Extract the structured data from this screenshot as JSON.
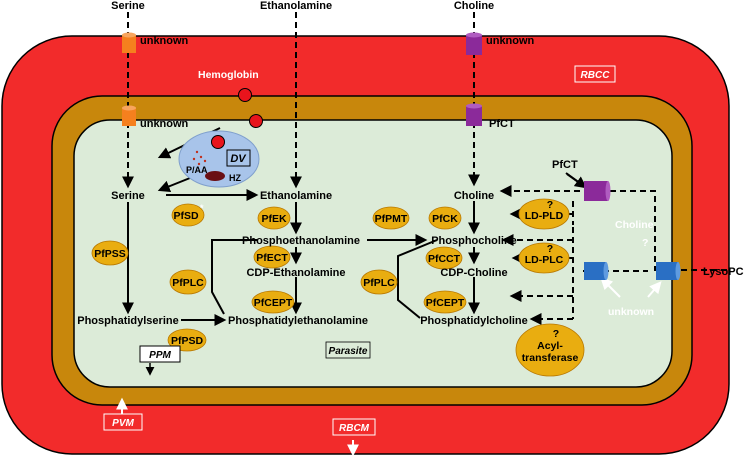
{
  "colors": {
    "rbc": "#f22b2b",
    "pvm": "#c8870c",
    "parasite": "#dcebd8",
    "dv": "#a8c4ea",
    "enzyme": "#e9ad10",
    "transporter_orange": "#f5801e",
    "transporter_purple": "#8b2a9a",
    "transporter_blue": "#2a6fc4",
    "hemoglobin": "#e8141c",
    "hemozoin": "#6a0f14"
  },
  "inputs": {
    "serine": "Serine",
    "ethanolamine": "Ethanolamine",
    "choline": "Choline",
    "lysopc": "LysoPC"
  },
  "transporters": {
    "serine_rbcm": "unknown",
    "serine_pvm": "unknown",
    "choline_rbcm": "unknown",
    "choline_pvm": "PfCT",
    "choline_ppm": "PfCT",
    "lysopc": "unknown"
  },
  "dv": {
    "hemoglobin": "Hemoglobin",
    "label": "DV",
    "paa": "P/AA",
    "hz": "HZ"
  },
  "metabolites": {
    "serine": "Serine",
    "ethanolamine": "Ethanolamine",
    "choline": "Choline",
    "phosphoethanolamine": "Phosphoethanolamine",
    "phosphocholine": "Phosphocholine",
    "cdp_ethanolamine": "CDP-Ethanolamine",
    "cdp_choline": "CDP-Choline",
    "phosphatidylserine": "Phosphatidylserine",
    "phosphatidylethanolamine": "Phosphatidylethanolamine",
    "phosphatidylcholine": "Phosphatidylcholine"
  },
  "enzymes": {
    "pfsd": "PfSD",
    "pfsd_mark": "*",
    "pfek": "PfEK",
    "pfpmt": "PfPMT",
    "pfck": "PfCK",
    "pfpss": "PfPSS",
    "pfect": "PfECT",
    "pfplc_left": "PfPLC",
    "pfcept_left": "PfCEPT",
    "pfpsd": "PfPSD",
    "pfcct": "PfCCT",
    "pfplc_right": "PfPLC",
    "pfcept_right": "PfCEPT",
    "ldpld": "LD-PLD",
    "ldplc": "LD-PLC",
    "acyl1": "Acyl-",
    "acyl2": "transferase",
    "question": "?"
  },
  "side_choline": "Choline",
  "side_question": "?",
  "compartments": {
    "rbcc": "RBCC",
    "ppm": "PPM",
    "parasite": "Parasite",
    "pvm": "PVM",
    "rbcm": "RBCM"
  }
}
